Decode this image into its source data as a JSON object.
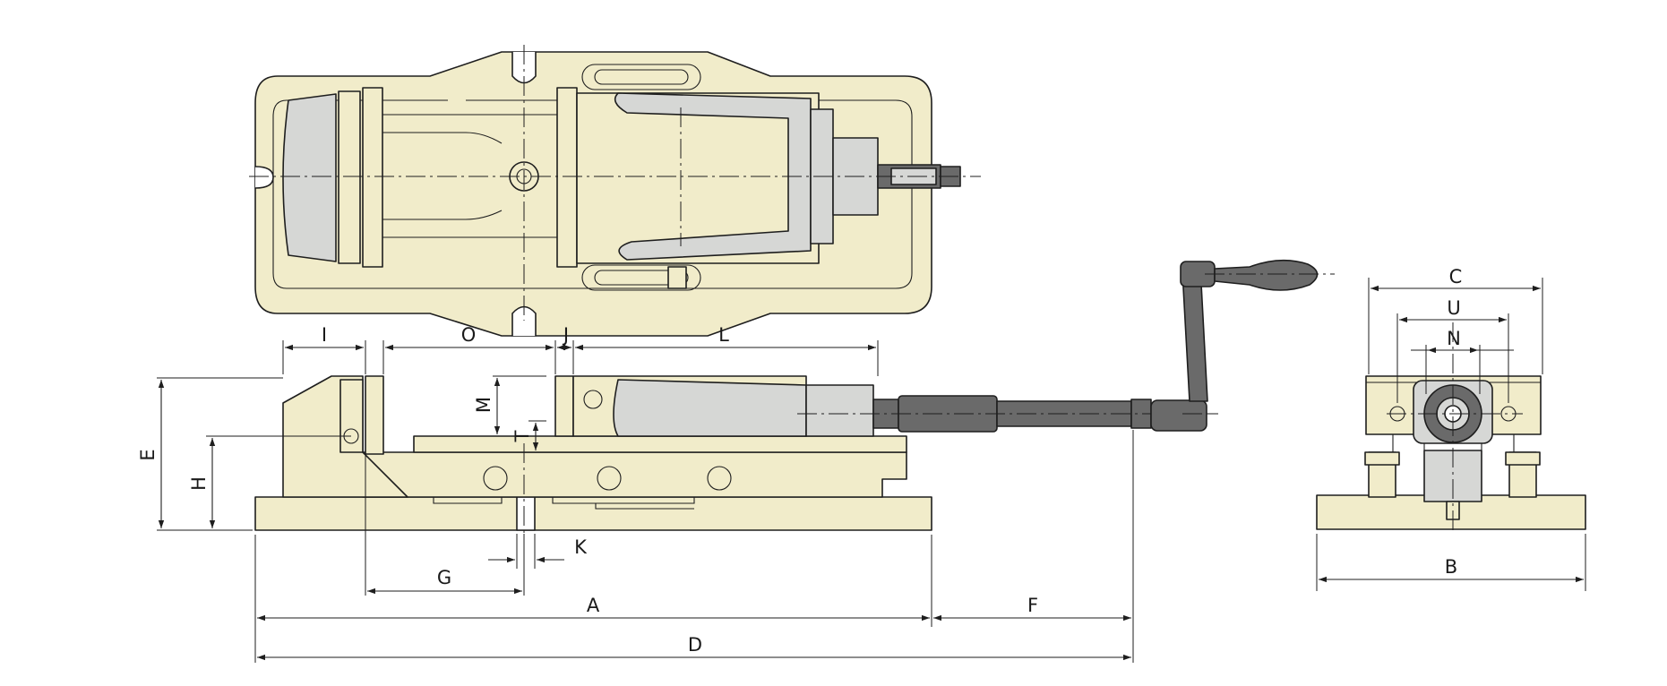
{
  "colors": {
    "body_cream": "#f1ecca",
    "jaw_gray": "#d6d7d5",
    "handle_dark": "#6a6a6a",
    "line": "#1e1e1e"
  },
  "dimensions": {
    "A": "A",
    "B": "B",
    "C": "C",
    "D": "D",
    "E": "E",
    "F": "F",
    "G": "G",
    "H": "H",
    "I": "I",
    "J": "J",
    "K": "K",
    "L": "L",
    "M": "M",
    "N": "N",
    "O": "O",
    "T": "T",
    "U": "U"
  }
}
